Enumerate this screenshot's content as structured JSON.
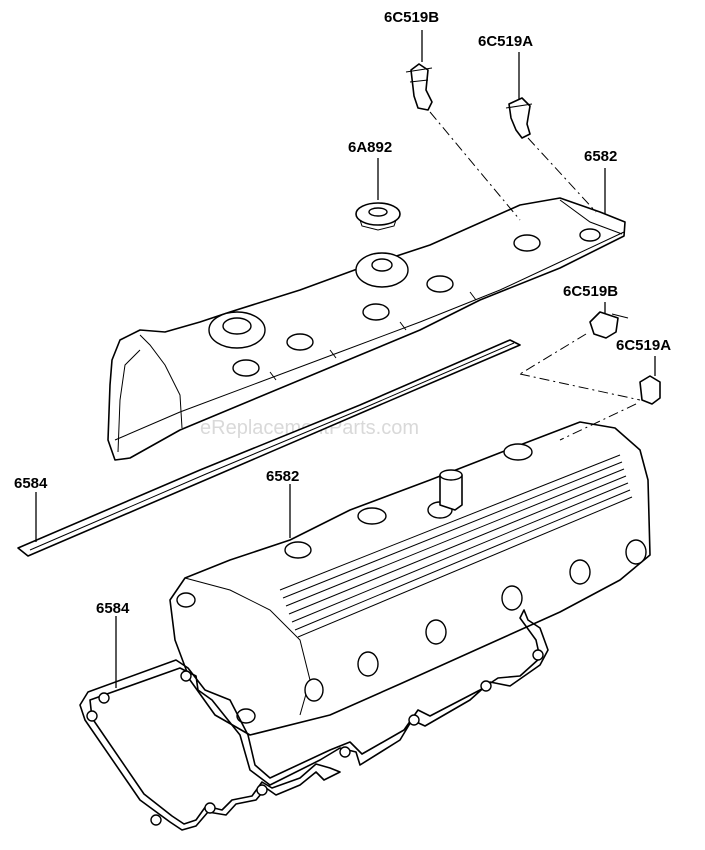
{
  "diagram": {
    "watermark": "eReplacementParts.com",
    "labels": {
      "sensor_b_upper": "6C519B",
      "sensor_a_upper": "6C519A",
      "grommet": "6A892",
      "cover_upper": "6582",
      "sensor_b_lower": "6C519B",
      "sensor_a_lower": "6C519A",
      "gasket_upper": "6584",
      "cover_lower": "6582",
      "gasket_lower": "6584"
    }
  }
}
